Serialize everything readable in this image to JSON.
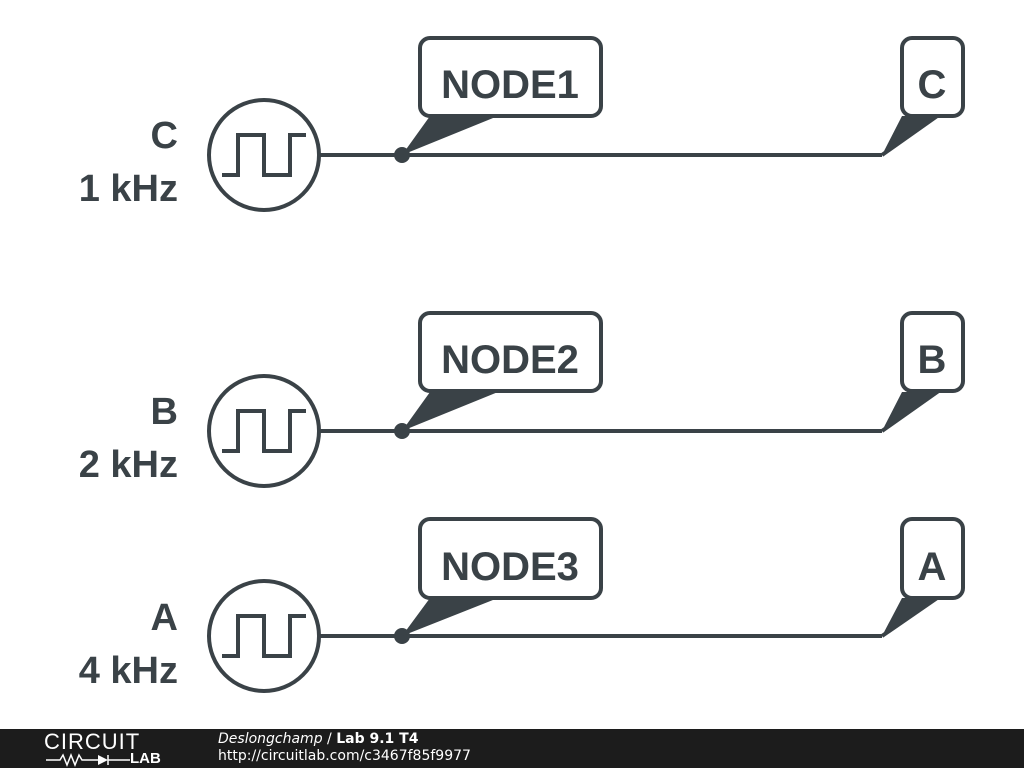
{
  "colors": {
    "ink": "#3a4247",
    "footer_bg": "#1c1c1c",
    "footer_text": "#ffffff"
  },
  "sources": [
    {
      "name": "C",
      "freq": "1 kHz",
      "net": "NODE1",
      "end_tag": "C",
      "icon": "square-wave-icon"
    },
    {
      "name": "B",
      "freq": "2 kHz",
      "net": "NODE2",
      "end_tag": "B",
      "icon": "square-wave-icon"
    },
    {
      "name": "A",
      "freq": "4 kHz",
      "net": "NODE3",
      "end_tag": "A",
      "icon": "square-wave-icon"
    }
  ],
  "footer": {
    "logo_top": "CIRCUIT",
    "logo_bottom": "LAB",
    "author": "Deslongchamp",
    "separator": " / ",
    "title": "Lab 9.1 T4",
    "url": "http://circuitlab.com/c3467f85f9977"
  }
}
